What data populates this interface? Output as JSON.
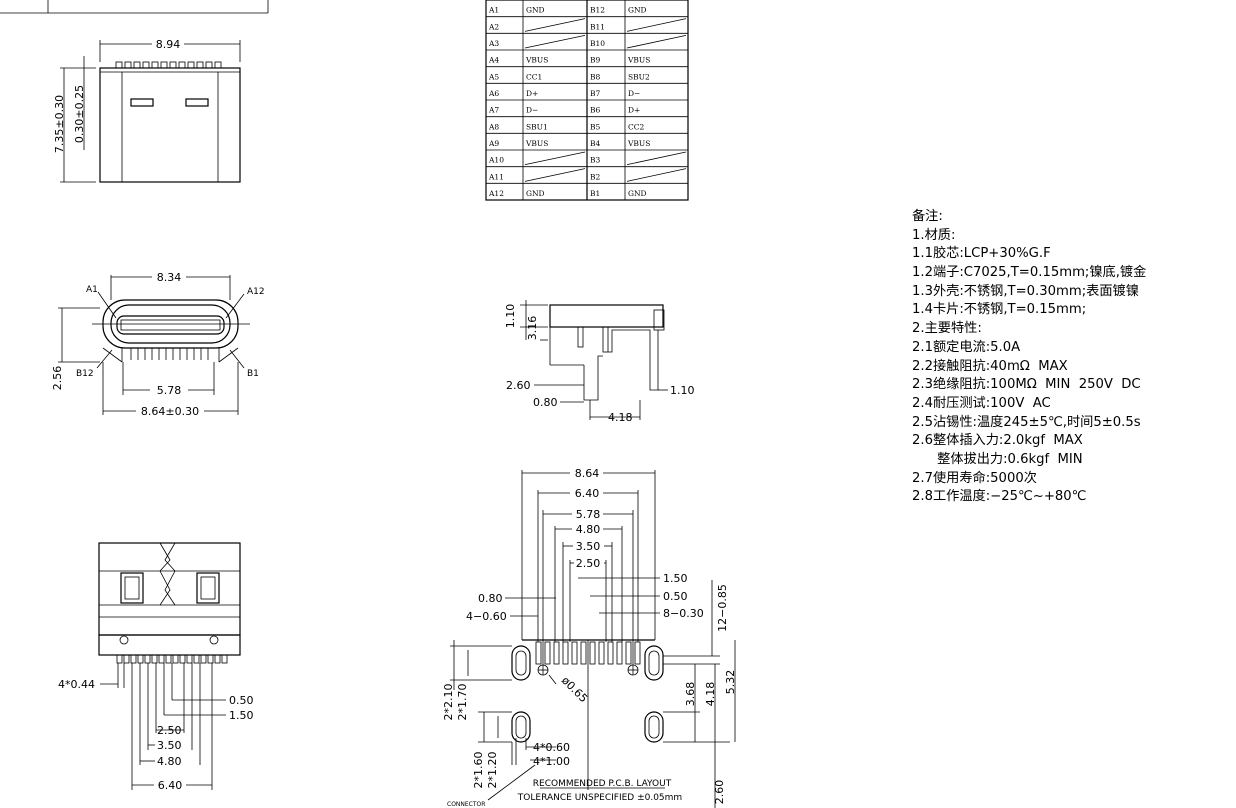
{
  "pin_table": {
    "rows": [
      {
        "a": "A1",
        "a_sig": "GND",
        "b": "B12",
        "b_sig": "GND"
      },
      {
        "a": "A2",
        "a_sig": "",
        "b": "B11",
        "b_sig": ""
      },
      {
        "a": "A3",
        "a_sig": "",
        "b": "B10",
        "b_sig": ""
      },
      {
        "a": "A4",
        "a_sig": "VBUS",
        "b": "B9",
        "b_sig": "VBUS"
      },
      {
        "a": "A5",
        "a_sig": "CC1",
        "b": "B8",
        "b_sig": "SBU2"
      },
      {
        "a": "A6",
        "a_sig": "D+",
        "b": "B7",
        "b_sig": "D−"
      },
      {
        "a": "A7",
        "a_sig": "D−",
        "b": "B6",
        "b_sig": "D+"
      },
      {
        "a": "A8",
        "a_sig": "SBU1",
        "b": "B5",
        "b_sig": "CC2"
      },
      {
        "a": "A9",
        "a_sig": "VBUS",
        "b": "B4",
        "b_sig": "VBUS"
      },
      {
        "a": "A10",
        "a_sig": "",
        "b": "B3",
        "b_sig": ""
      },
      {
        "a": "A11",
        "a_sig": "",
        "b": "B2",
        "b_sig": ""
      },
      {
        "a": "A12",
        "a_sig": "GND",
        "b": "B1",
        "b_sig": "GND"
      }
    ]
  },
  "top_view": {
    "width": "8.94",
    "height": "7.35±0.30",
    "offset": "0.30±0.25"
  },
  "front_view": {
    "width_inner": "8.34",
    "width_outer": "8.64±0.30",
    "pin_span": "5.78",
    "height": "2.56",
    "label_a1": "A1",
    "label_a12": "A12",
    "label_b12": "B12",
    "label_b1": "B1"
  },
  "side_view": {
    "h1": "1.10",
    "h2": "3.16",
    "d1": "2.60",
    "d2": "0.80",
    "d3": "4.18",
    "d4": "1.10"
  },
  "bottom_view": {
    "pin_w": "4*0.44",
    "d1": "0.50",
    "d2": "1.50",
    "d3": "2.50",
    "d4": "3.50",
    "d5": "4.80",
    "d6": "6.40"
  },
  "pcb_layout": {
    "w1": "8.64",
    "w2": "6.40",
    "w3": "5.78",
    "w4": "4.80",
    "w5": "3.50",
    "w6": "2.50",
    "r1": "1.50",
    "r2": "0.50",
    "r3": "8−0.30",
    "l1": "0.80",
    "l2": "4−0.60",
    "pitch": "12−0.85",
    "hole": "ø0.65",
    "v1": "3.68",
    "v2": "4.18",
    "v3": "5.32",
    "v4": "2.60",
    "s1": "2*2.10",
    "s2": "2*1.70",
    "s3": "2*1.60",
    "s4": "2*1.20",
    "s5": "4*0.60",
    "s6": "4*1.00",
    "title": "RECOMMENDED   P.C.B.  LAYOUT",
    "tolerance": "TOLERANCE  UNSPECIFIED  ±0.05mm",
    "connector": "CONNECTOR"
  },
  "notes": [
    "备注:",
    "1.材质:",
    "1.1胶芯:LCP+30%G.F",
    "1.2端子:C7025,T=0.15mm;镍底,镀金",
    "1.3外壳:不锈钢,T=0.30mm;表面镀镍",
    "1.4卡片:不锈钢,T=0.15mm;",
    "2.主要特性:",
    "2.1额定电流:5.0A",
    "2.2接触阻抗:40mΩ  MAX",
    "2.3绝缘阻抗:100MΩ  MIN  250V  DC",
    "2.4耐压测试:100V  AC",
    "2.5沾锡性:温度245±5℃,时间5±0.5s",
    "2.6整体插入力:2.0kgf  MAX",
    "      整体拔出力:0.6kgf  MIN",
    "2.7使用寿命:5000次",
    "2.8工作温度:−25℃~+80℃"
  ]
}
